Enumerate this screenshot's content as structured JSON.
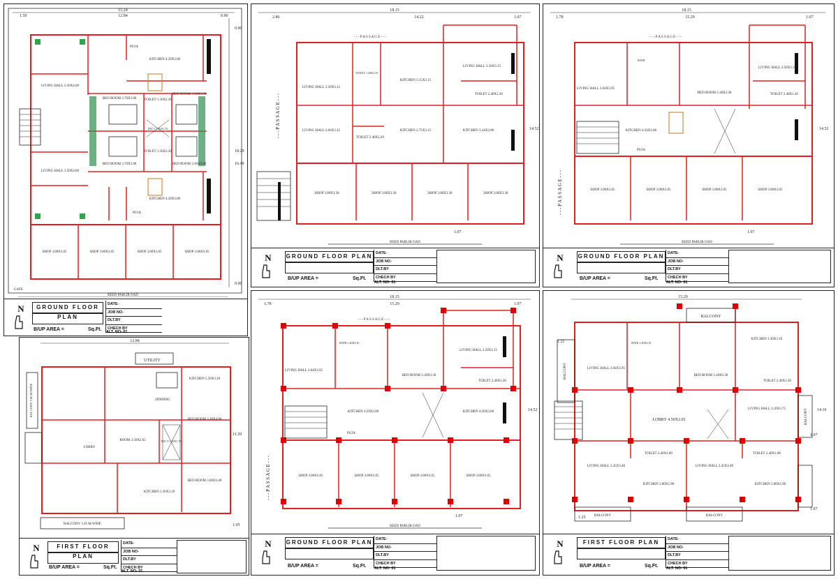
{
  "common": {
    "north": "N",
    "bup_area": "B/UP AREA =",
    "sqft": "Sq.Ft.",
    "meta": [
      "DATE-",
      "JOB NO-",
      "DLT.BY",
      "CHECH BY",
      "ALT. NO- 01"
    ],
    "road": "BEED PARLIR OAD",
    "passage": "- - - P A S S A G E - - -",
    "passage_v": "- - - P A S S A G E - - -",
    "gate": "GATE"
  },
  "sheets": [
    {
      "title": "GROUND FLOOR PLAN",
      "dims": [
        "15.24",
        "1.50",
        "12.84",
        "0.90",
        "0.90",
        "18.29",
        "16.49",
        "0.90"
      ],
      "rooms": [
        "LIVING HALL 3.50X4.60",
        "PUJA",
        "KITCHEN 4.50X3.00",
        "BED ROOM 3.70X3.00",
        "TOILET 1.50X2.30",
        "BED ROOM 3.30X3.00",
        "BED ROOM 3.70X3.00",
        "TOILET 1.50X2.30",
        "BED ROOM 3.30X3.00",
        "LIVING HALL 3.50X4.60",
        "KITCHEN 4.50X3.00",
        "PUJA",
        "SHOP 3.00X3.65",
        "SHOP 3.00X3.65",
        "SHOP 3.00X3.65",
        "SHOP 3.00X3.65",
        "DUCT 1.50X1.70"
      ]
    },
    {
      "title": "GROUND FLOOR PLAN",
      "dims": [
        "18.15",
        "2.86",
        "14.22",
        "1.07",
        "14.52",
        "1.07"
      ],
      "rooms": [
        "LIVING HALL 3.50X3.15",
        "TOILET 1.20X2.10",
        "KITCHEN 3.15X3.15",
        "LIVING HALL 3.50X3.15",
        "TOILET 2.40X1.20",
        "LIVING HALL 3.04X3.15",
        "TOILET 2.40X2.20",
        "KITCHEN 2.75X3.15",
        "KITCHEN 3.34X3.00",
        "SHOP 3.00X3.30",
        "SHOP 3.00X3.30",
        "SHOP 3.00X3.30",
        "SHOP 3.00X3.30"
      ]
    },
    {
      "title": "GROUND FLOOR PLAN",
      "dims": [
        "18.15",
        "1.78",
        "15.29",
        "1.07",
        "14.52",
        "1.07"
      ],
      "rooms": [
        "WATR",
        "LIVING HALL 3.04X3.95",
        "BED ROOM 3.18X3.30",
        "LIVING HALL 3.50X3.15",
        "TOILET 2.40X1.20",
        "KITCHEN 4.50X3.00",
        "PUJA",
        "SHOP 3.00X3.65",
        "SHOP 3.00X3.65",
        "SHOP 3.00X3.65",
        "SHOP 3.00X3.65"
      ]
    },
    {
      "title": "FIRST FLOOR PLAN",
      "dims": [
        "12.84",
        "11.29",
        "1.05"
      ],
      "rooms": [
        "UTILITY",
        "KITCHEN 5.50X3.20",
        "DINNING",
        "BED ROOM 3.30X4.00",
        "LOBBY",
        "ROOM 3.50X2.65",
        "DUCT 1.50X1.70",
        "KITCHEN 3.30X3.10",
        "BED ROOM 3.00X3.40"
      ],
      "balcony_v": "BALCONY 1.05 M.WIDE",
      "balcony_h": "BALCONY 1.05 M.WIDE"
    },
    {
      "title": "GROUND FLOOR PLAN",
      "dims": [
        "18.15",
        "1.78",
        "15.29",
        "1.07",
        "14.52",
        "1.07"
      ],
      "rooms": [
        "WATR 1.40X2.10",
        "LIVING HALL 3.04X3.95",
        "BED ROOM 3.18X3.30",
        "LIVING HALL 3.50X3.15",
        "TOILET 2.40X1.20",
        "KITCHEN 4.50X3.00",
        "KITCHEN 4.50X3.00",
        "PUJA",
        "SHOP 3.00X3.65",
        "SHOP 3.00X3.65",
        "SHOP 3.00X3.65",
        "SHOP 3.00X3.65"
      ]
    },
    {
      "title": "FIRST FLOOR PLAN",
      "dims": [
        "15.29",
        "1.25",
        "14.16",
        "1.07",
        "1.25",
        "1.07"
      ],
      "rooms": [
        "BALCONY",
        "KITCHEN 3.30X3.10",
        "WATR 1.40X2.10",
        "LIVING HALL 3.04X3.95",
        "BED ROOM 3.18X3.30",
        "TOILET 2.40X1.20",
        "LOBBY 4.50X2.65",
        "LIVING HALL 3.10X3.75",
        "TOILET 2.40X1.00",
        "TOILET 2.40X1.00",
        "LIVING HALL 3.45X3.40",
        "KITCHEN 3.00X2.90",
        "LIVING HALL 3.45X3.40",
        "KITCHEN 3.00X2.90",
        "BALCONY",
        "BALCONY",
        "BALCONY",
        "BALCONY"
      ]
    }
  ]
}
